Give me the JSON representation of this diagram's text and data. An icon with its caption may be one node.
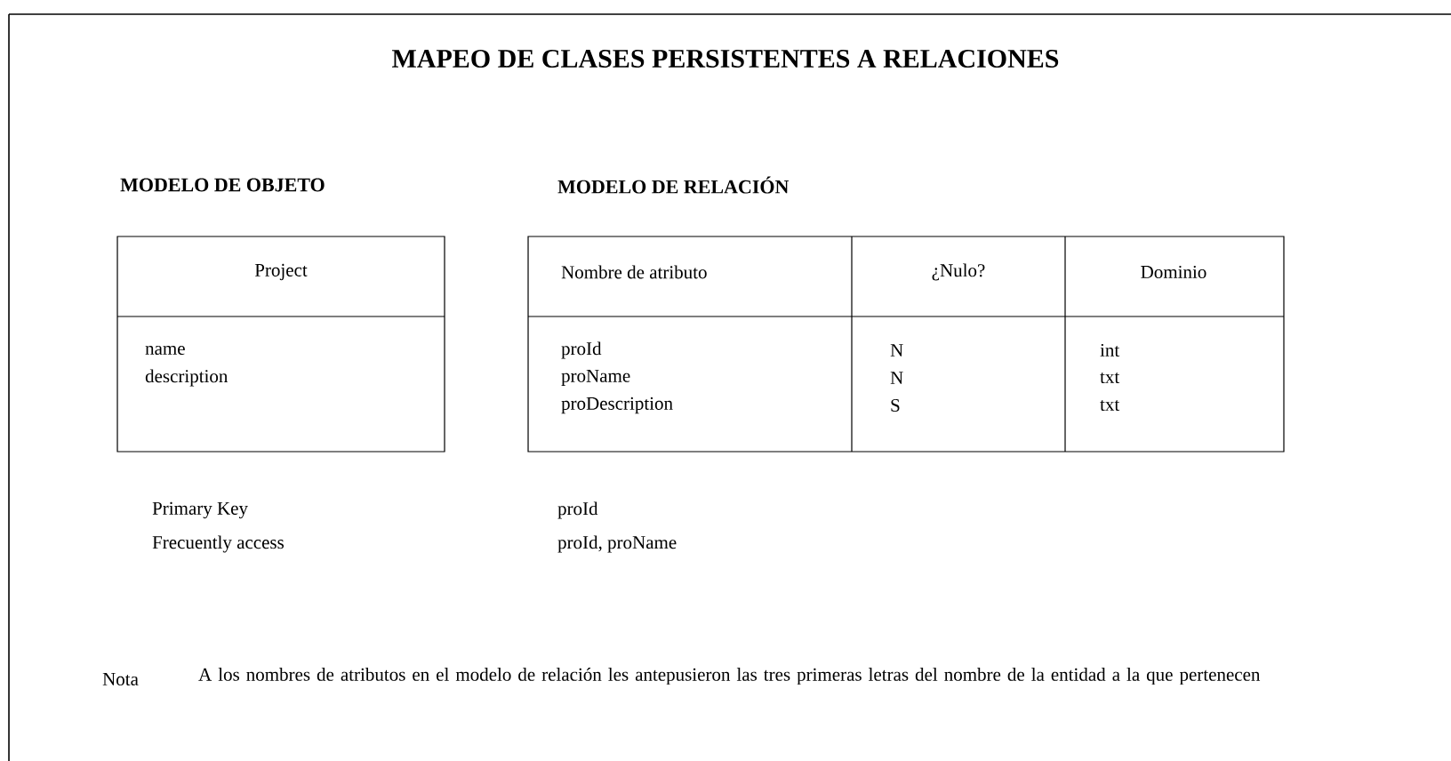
{
  "diagram": {
    "title": "MAPEO DE CLASES PERSISTENTES A RELACIONES",
    "nodes": [
      {
        "text": [
          "Project",
          "name",
          "description"
        ]
      }
    ],
    "labels": [
      "MODELO DE OBJETO",
      "MODELO DE RELACIÓN",
      "Nombre de atributo",
      "¿Nulo?",
      "Dominio",
      "proId",
      "N",
      "int",
      "proName",
      "N",
      "txt",
      "proDescription",
      "S",
      "txt",
      "Primary Key",
      "proId",
      "Frecuently access",
      "proId, proName",
      "Nota",
      "A los nombres de atributos en el modelo de relación les antepusieron las tres primeras letras del nombre de la entidad a la que pertenecen"
    ]
  }
}
